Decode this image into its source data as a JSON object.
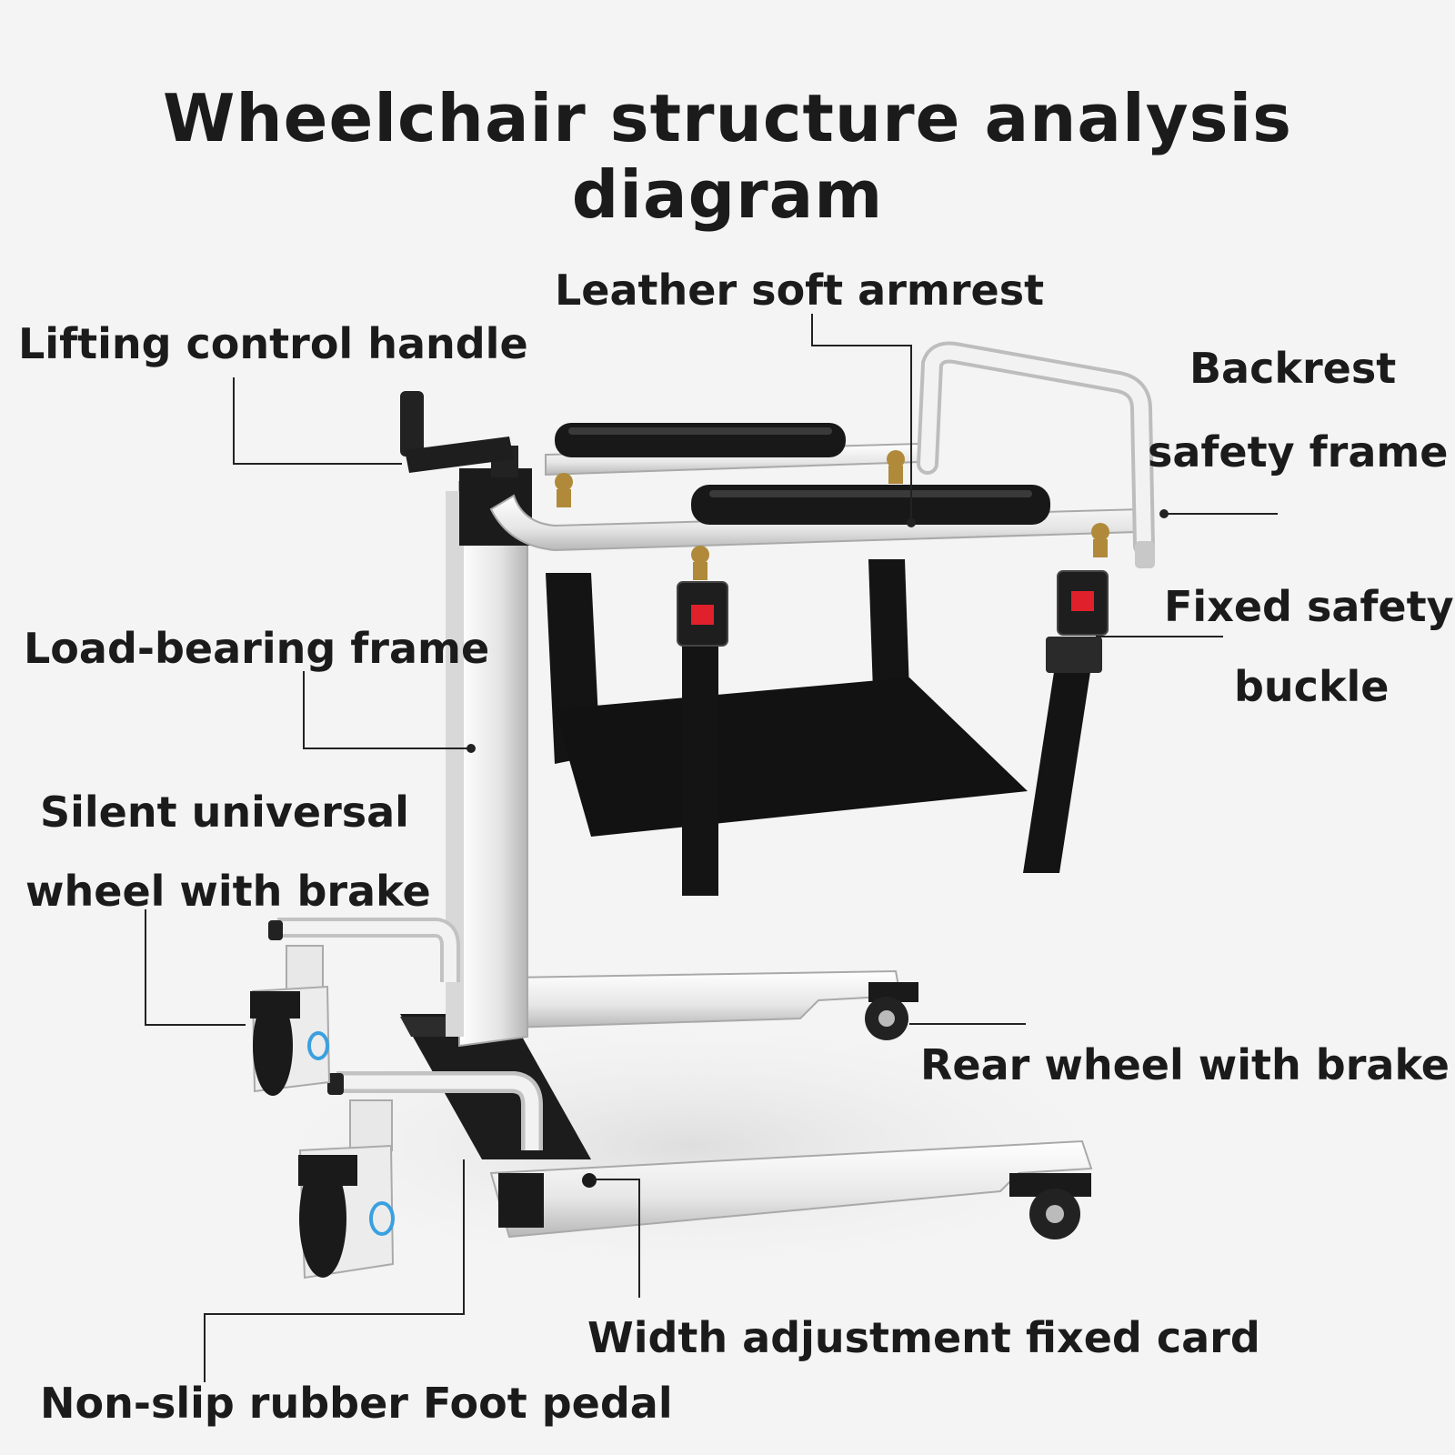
{
  "title": "Wheelchair structure analysis diagram",
  "labels": {
    "armrest": "Leather soft armrest",
    "handle": "Lifting control handle",
    "backrest_line1": "Backrest",
    "backrest_line2": "safety frame",
    "frame": "Load-bearing frame",
    "buckle_line1": "Fixed safety",
    "buckle_line2": "buckle",
    "front_wheel_line1": "Silent universal",
    "front_wheel_line2": "wheel with brake",
    "rear_wheel": "Rear wheel with brake",
    "width_card": "Width adjustment fixed card",
    "pedal": "Non-slip rubber Foot pedal"
  },
  "colors": {
    "background": "#f4f4f4",
    "frame_white": "#e8e8e8",
    "frame_shade": "#bdbdbd",
    "black_parts": "#141414",
    "buckle_red": "#e0202a",
    "wheel_blue": "#3aa0e0",
    "leader_line": "#222222"
  }
}
